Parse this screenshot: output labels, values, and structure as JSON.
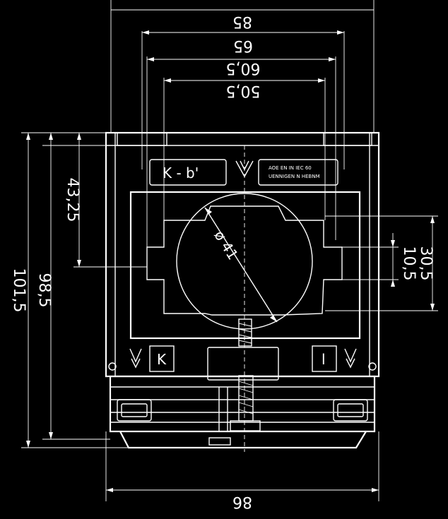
{
  "dimensions": {
    "top_overall": "85",
    "top_second": "65",
    "top_third": "60,5",
    "top_fourth": "50,5",
    "bottom_width": "86",
    "left_height_outer": "101,5",
    "left_height_inner": "98,5",
    "window_offset": "43,25",
    "right_small": "10,5",
    "right_large": "30,5"
  },
  "labels": {
    "diameter": "ø 41",
    "terminal_left": "K",
    "terminal_right": "l",
    "marking_plate_left": "K - b'",
    "marking_plate_right_line1": "AOE EN IN IEC 60",
    "marking_plate_right_line2": "UENNIGEN N HEBNM"
  }
}
